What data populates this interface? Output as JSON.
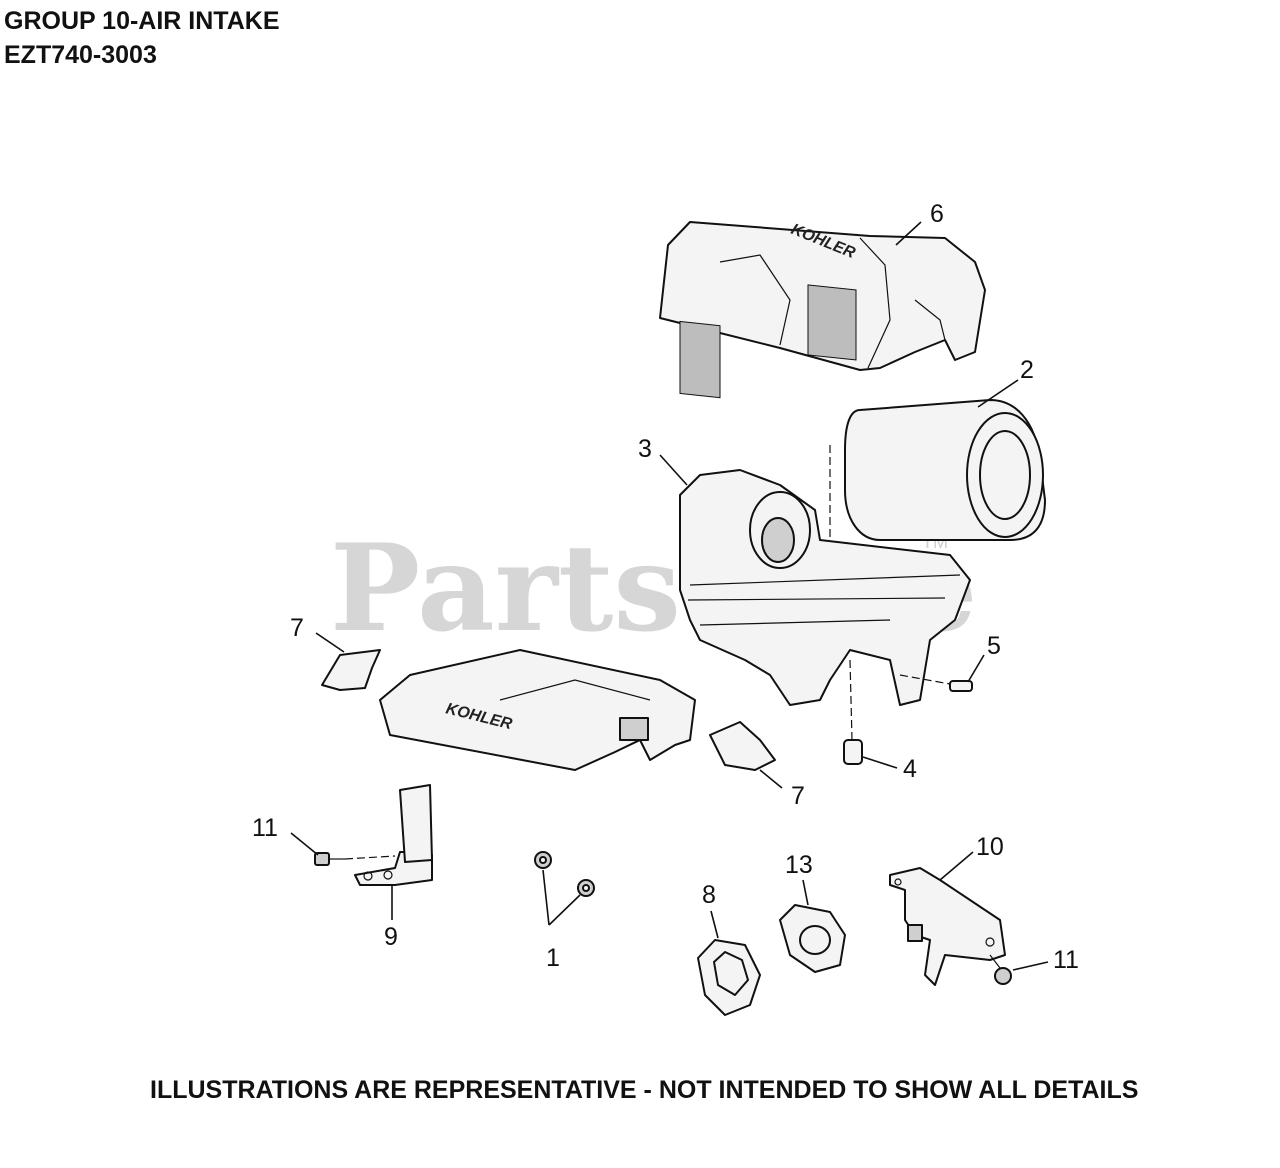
{
  "header": {
    "title": "GROUP 10-AIR INTAKE",
    "model": "EZT740-3003"
  },
  "footer": {
    "note": "ILLUSTRATIONS ARE REPRESENTATIVE - NOT INTENDED TO SHOW ALL DETAILS"
  },
  "watermark": {
    "text": "PartsTree",
    "trademark": "TM"
  },
  "logos": {
    "brand": "KOHLER"
  },
  "callouts": {
    "c1": "1",
    "c2": "2",
    "c3": "3",
    "c4": "4",
    "c5": "5",
    "c6": "6",
    "c7a": "7",
    "c7b": "7",
    "c8": "8",
    "c9": "9",
    "c10": "10",
    "c11a": "11",
    "c11b": "11",
    "c13": "13"
  }
}
